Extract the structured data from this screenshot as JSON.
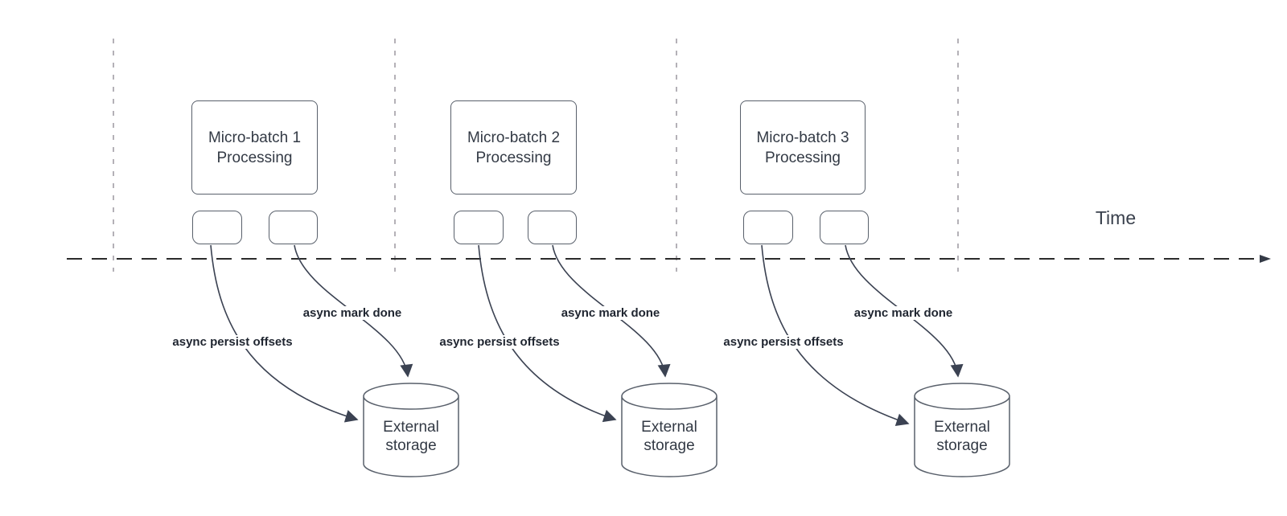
{
  "diagram": {
    "title_hint": "Micro-batch processing timeline with async offset persistence",
    "time_axis": {
      "label": "Time"
    },
    "batches": [
      {
        "label": "Micro-batch 1",
        "sublabel": "Processing",
        "persist_label": "async persist offsets",
        "done_label": "async mark done",
        "storage": {
          "line1": "External",
          "line2": "storage"
        }
      },
      {
        "label": "Micro-batch 2",
        "sublabel": "Processing",
        "persist_label": "async persist offsets",
        "done_label": "async mark done",
        "storage": {
          "line1": "External",
          "line2": "storage"
        }
      },
      {
        "label": "Micro-batch 3",
        "sublabel": "Processing",
        "persist_label": "async persist offsets",
        "done_label": "async mark done",
        "storage": {
          "line1": "External",
          "line2": "storage"
        }
      }
    ],
    "colors": {
      "background": "#ffffff",
      "shape_border": "#59606b",
      "shape_text": "#333a45",
      "arrow": "#3b4252",
      "axis": "#2b2b2b",
      "gridline": "#b4b1b7",
      "label_text": "#1f2530"
    }
  }
}
